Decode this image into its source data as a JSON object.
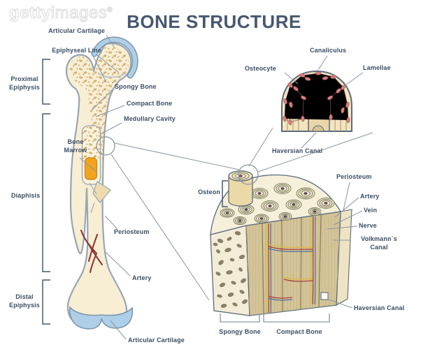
{
  "watermark": {
    "bold_part": "getty",
    "light_part": "images",
    "symbol": "®"
  },
  "title": "BONE STRUCTURE",
  "colors": {
    "label_text": "#3b4d63",
    "title_text": "#47586f",
    "leader_line": "#8a96a3",
    "bone_fill": "#f8eed4",
    "bone_outline": "#97a5b3",
    "cartilage_blue": "#aecfe9",
    "bone_marrow_orange": "#f2a31f",
    "osteocyte_rose": "#d47e7e",
    "spongy_blob_tan": "#d8b57a",
    "compact_face_tan": "#d8c89c",
    "artery_red": "#a83c38",
    "vein_blue": "#4a6fa5",
    "nerve_yellow": "#d8b83e",
    "haversian_purple": "#6b4f6e"
  },
  "long_bone": {
    "labels": {
      "articular_cartilage_top": "Articular Cartilage",
      "epiphyseal_line": "Epiphyseal Line",
      "proximal_epiphysis": "Proximal Epiphysis",
      "spongy_bone": "Spongy Bone",
      "compact_bone": "Compact Bone",
      "medullary_cavity": "Medullary Cavity",
      "bone_marrow": "Bone Marrow",
      "diaphisis": "Diaphisis",
      "periosteum": "Periosteum",
      "artery": "Artery",
      "distal_epiphysis": "Distal Epiphysis",
      "articular_cartilage_bottom": "Articular Cartilage"
    }
  },
  "osteon_detail": {
    "labels": {
      "canaliculus": "Canaliculus",
      "osteocyte": "Osteocyte",
      "lamellae": "Lamellae",
      "haversian_canal": "Haversian Canal"
    }
  },
  "bone_block": {
    "labels": {
      "osteon": "Osteon",
      "periosteum": "Periosteum",
      "artery": "Artery",
      "vein": "Vein",
      "nerve": "Nerve",
      "volkmanns_canal": "Volkmann`s Canal",
      "haversian_canal": "Haversian Canal",
      "spongy_bone": "Spongy Bone",
      "compact_bone": "Compact Bone"
    }
  }
}
